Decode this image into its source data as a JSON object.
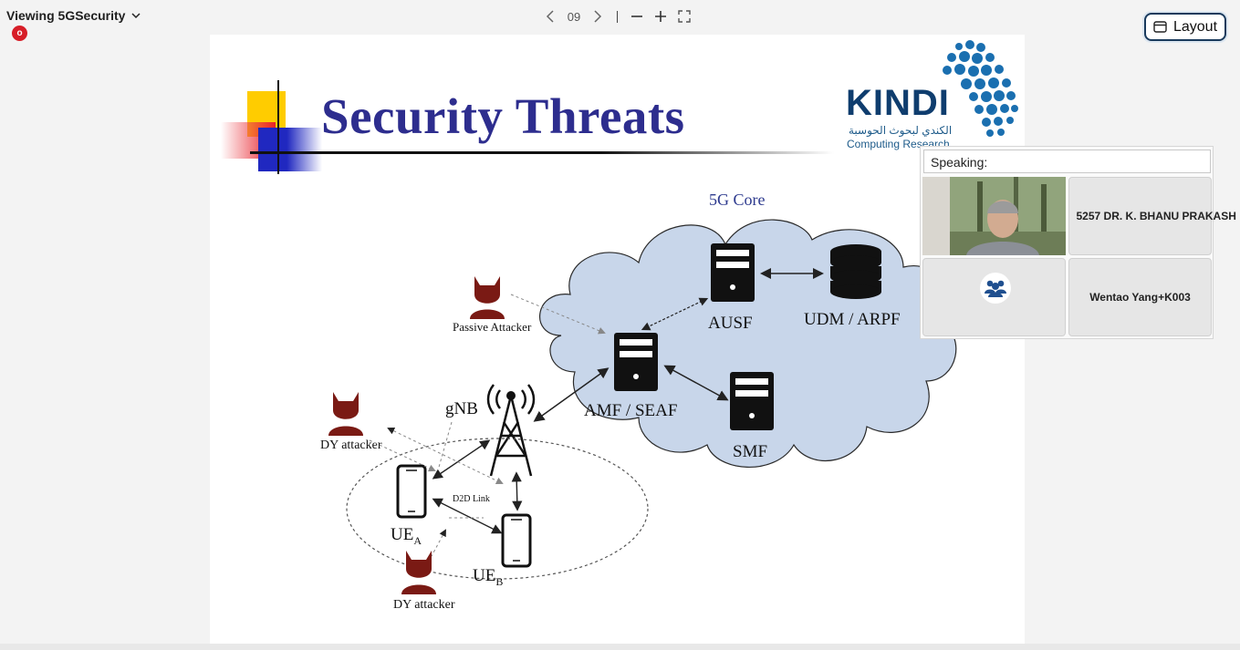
{
  "topbar": {
    "viewing_label": "Viewing 5GSecurity",
    "rec_badge": "o",
    "page_number": "09",
    "layout_label": "Layout"
  },
  "slide": {
    "title": "Security Threats",
    "logo": {
      "word": "KINDI",
      "arabic": "الكندي لبحوث الحوسبة",
      "subtitle": "Computing Research"
    },
    "diagram": {
      "core_label": "5G Core",
      "ausf": "AUSF",
      "udm": "UDM / ARPF",
      "amf": "AMF / SEAF",
      "smf": "SMF",
      "gnb": "gNB",
      "passive_attacker": "Passive Attacker",
      "dy_attacker_top": "DY attacker",
      "dy_attacker_bottom": "DY attacker",
      "d2d_link": "D2D Link",
      "ue_a": "UE",
      "ue_a_sub": "A",
      "ue_b": "UE",
      "ue_b_sub": "B"
    }
  },
  "panel": {
    "speaking_label": "Speaking:",
    "tiles": [
      {
        "name": ""
      },
      {
        "name": "5257 DR. K. BHANU PRAKASH"
      },
      {
        "name": ""
      },
      {
        "name": "Wentao Yang+K003"
      }
    ]
  },
  "colors": {
    "title_blue": "#2d2d8e",
    "cloud_fill": "#c8d6ea",
    "attacker_red": "#7a1a14",
    "rec_red": "#d71e28",
    "logo_blue": "#0f3d6e"
  }
}
